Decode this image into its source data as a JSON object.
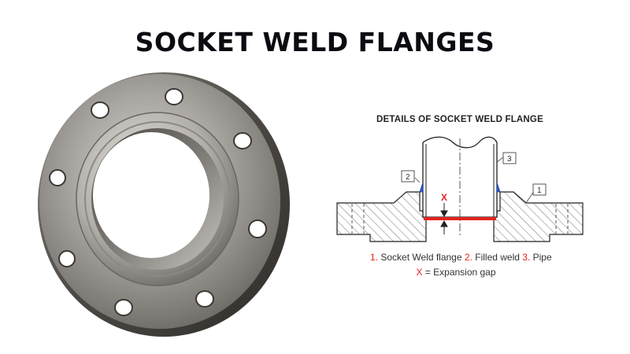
{
  "title": "SOCKET WELD FLANGES",
  "diagram": {
    "title": "DETAILS OF SOCKET WELD FLANGE",
    "callouts": [
      "1",
      "2",
      "3"
    ],
    "gap_marker": "X",
    "colors": {
      "weld": "#2f5fd0",
      "gap": "#e52320",
      "hatch": "#444444"
    }
  },
  "legend": {
    "n1": "1.",
    "t1": "Socket Weld flange",
    "n2": "2.",
    "t2": "Filled weld",
    "n3": "3.",
    "t3": "Pipe",
    "x_key": "X",
    "x_text": "= Expansion gap"
  },
  "photo": {
    "description_icon": "flange-photo",
    "bolt_holes": 8
  }
}
